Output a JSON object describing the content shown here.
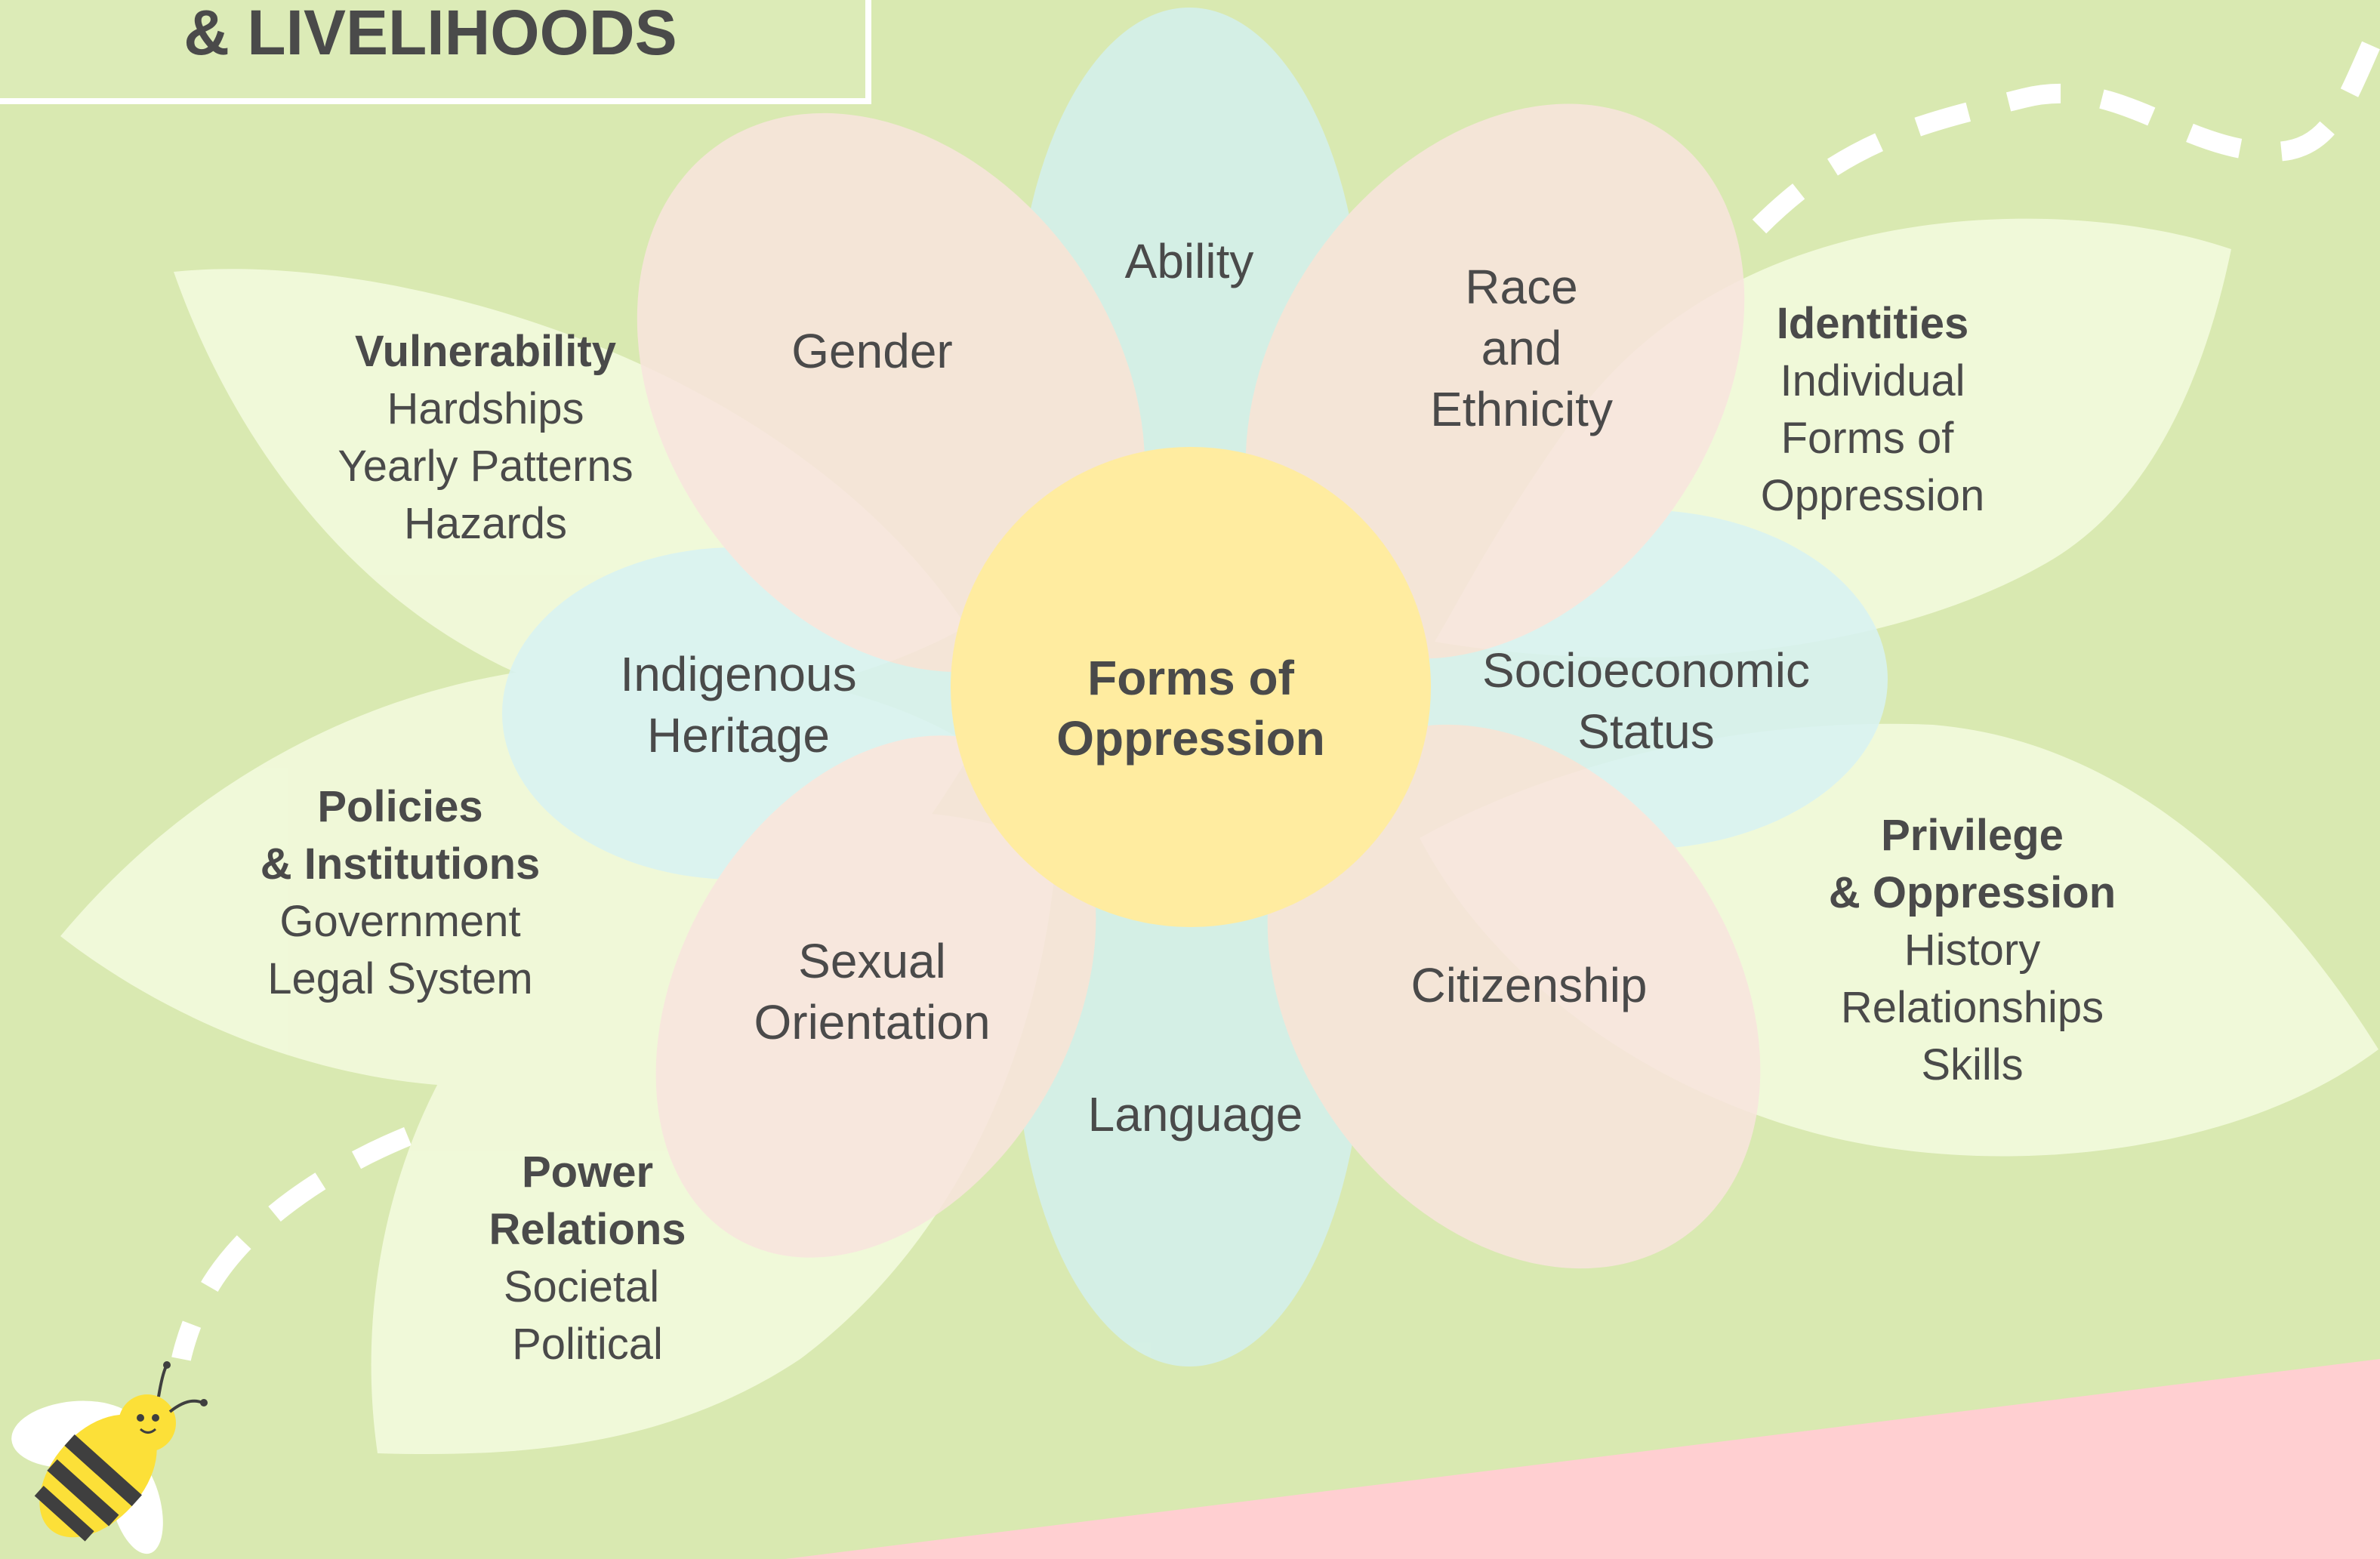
{
  "title": {
    "text": "& LIVELIHOODS"
  },
  "center": {
    "line1": "Forms of",
    "line2": "Oppression"
  },
  "inner_petals": {
    "ability": "Ability",
    "gender": "Gender",
    "race_l1": "Race",
    "race_l2": "and",
    "race_l3": "Ethnicity",
    "indigenous_l1": "Indigenous",
    "indigenous_l2": "Heritage",
    "socio_l1": "Socioeconomic",
    "socio_l2": "Status",
    "sexual_l1": "Sexual",
    "sexual_l2": "Orientation",
    "citizenship": "Citizenship",
    "language": "Language"
  },
  "outer_leaves": {
    "vulnerability": {
      "heading": "Vulnerability",
      "items": [
        "Hardships",
        "Yearly Patterns",
        "Hazards"
      ]
    },
    "identities": {
      "heading": "Identities",
      "items": [
        "Individual",
        "Forms of",
        "Oppression"
      ]
    },
    "policies": {
      "heading_l1": "Policies",
      "heading_l2": "& Institutions",
      "items": [
        "Government",
        "Legal System"
      ]
    },
    "privilege": {
      "heading_l1": "Privilege",
      "heading_l2": "& Oppression",
      "items": [
        "History",
        "Relationships",
        "Skills"
      ]
    },
    "power": {
      "heading_l1": "Power",
      "heading_l2": "Relations",
      "items": [
        "Societal",
        "Political"
      ]
    }
  },
  "colors": {
    "background": "#d9e9b1",
    "leaf": "#f2fadc",
    "petal_blue": "#d4f1ef",
    "petal_pink": "#f9e5de",
    "center": "#ffeca0",
    "accent_pink": "#ffcfd1",
    "text": "#4a4a4a"
  },
  "icons": {
    "bee": "bee-icon",
    "flight_path": "dashed-flight-path"
  }
}
